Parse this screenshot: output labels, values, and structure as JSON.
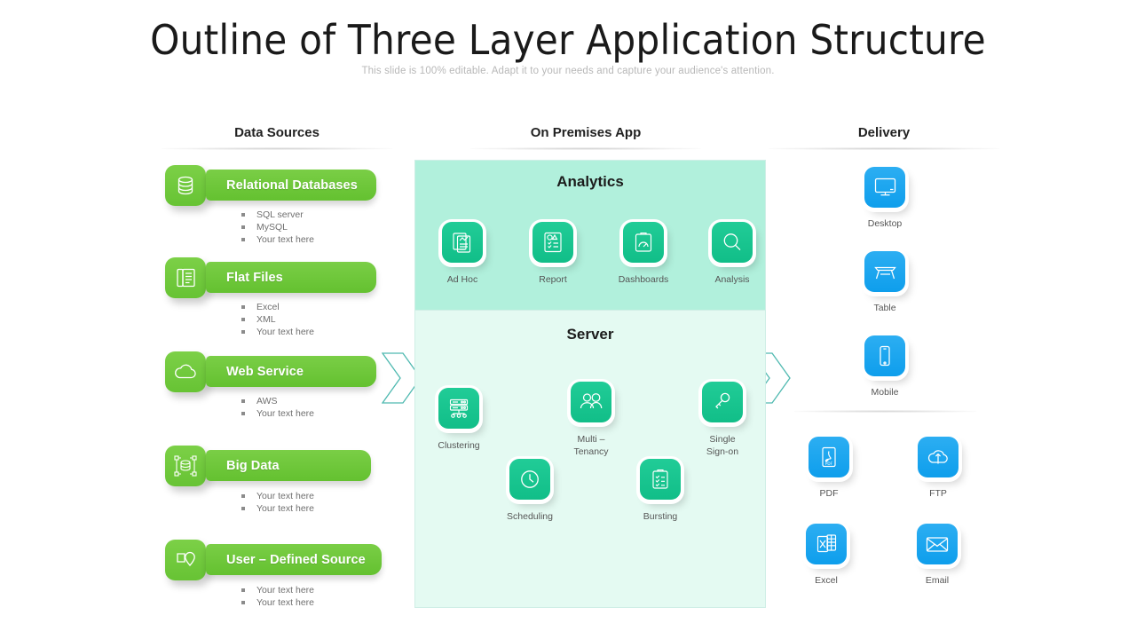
{
  "slide": {
    "title": "Outline of Three Layer Application Structure",
    "subtitle": "This slide is 100% editable. Adapt it to your needs and capture your audience's attention."
  },
  "colors": {
    "green": "#6FC83C",
    "teal": "#17C491",
    "blue": "#1FA5EF",
    "analytics_bg": "#B1F0DC",
    "server_bg": "#E4FAF2",
    "arrow_stroke": "#4FB9B0"
  },
  "columns": {
    "data_sources": "Data Sources",
    "on_premises": "On Premises App",
    "delivery": "Delivery"
  },
  "data_sources": [
    {
      "label": "Relational Databases",
      "icon": "database-icon",
      "bullets": [
        "SQL server",
        "MySQL",
        "Your text here"
      ]
    },
    {
      "label": "Flat Files",
      "icon": "document-stack-icon",
      "bullets": [
        "Excel",
        "XML",
        "Your text here"
      ]
    },
    {
      "label": "Web Service",
      "icon": "cloud-icon",
      "bullets": [
        "AWS",
        "Your text here"
      ]
    },
    {
      "label": "Big Data",
      "icon": "big-data-network-icon",
      "bullets": [
        "Your text here",
        "Your text here"
      ]
    },
    {
      "label": "User – Defined Source",
      "icon": "user-defined-source-icon",
      "bullets": [
        "Your text here",
        "Your text here"
      ]
    }
  ],
  "analytics": {
    "heading": "Analytics",
    "items": [
      {
        "label": "Ad Hoc",
        "icon": "adhoc-chart-document-icon"
      },
      {
        "label": "Report",
        "icon": "report-document-icon"
      },
      {
        "label": "Dashboards",
        "icon": "dashboard-clipboard-icon"
      },
      {
        "label": "Analysis",
        "icon": "magnifier-icon"
      }
    ]
  },
  "server": {
    "heading": "Server",
    "items": [
      {
        "label": "Clustering",
        "icon": "server-rack-icon"
      },
      {
        "label": "Multi –\nTenancy",
        "icon": "users-icon"
      },
      {
        "label": "Single\nSign-on",
        "icon": "key-icon"
      },
      {
        "label": "Scheduling",
        "icon": "clock-icon"
      },
      {
        "label": "Bursting",
        "icon": "checklist-clipboard-icon"
      }
    ]
  },
  "delivery": {
    "devices": [
      {
        "label": "Desktop",
        "icon": "desktop-monitor-icon"
      },
      {
        "label": "Table",
        "icon": "table-icon"
      },
      {
        "label": "Mobile",
        "icon": "mobile-phone-icon"
      }
    ],
    "formats": [
      {
        "label": "PDF",
        "icon": "pdf-file-icon"
      },
      {
        "label": "FTP",
        "icon": "cloud-upload-icon"
      },
      {
        "label": "Excel",
        "icon": "excel-file-icon"
      },
      {
        "label": "Email",
        "icon": "envelope-icon"
      }
    ]
  }
}
